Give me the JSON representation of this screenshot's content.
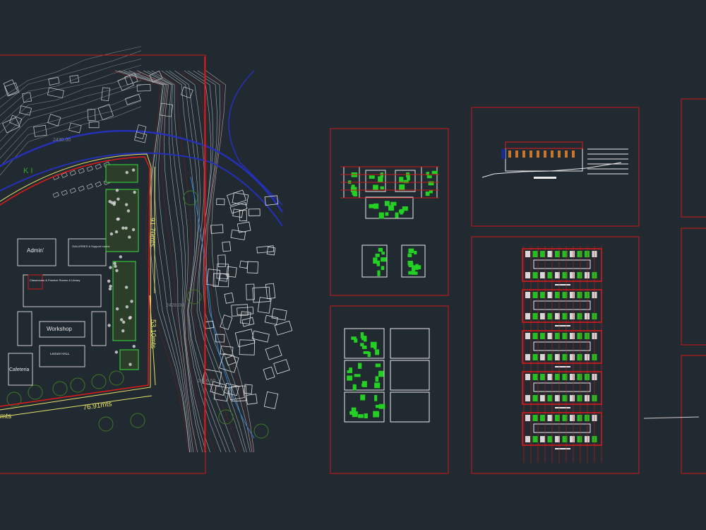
{
  "colors": {
    "background": "#212a31",
    "sheet_border": "#d01818",
    "contour": "#bfc3c6",
    "road": "#2430b8",
    "vegetation": "#2ea52e",
    "dimension": "#e6e36a",
    "water": "#2d7fd0"
  },
  "site_plan": {
    "elevation_top": "2430.00",
    "road_label": "K I",
    "elevation_mid": "2428.00",
    "elevation_low": "2426.50",
    "buildings": [
      {
        "name": "admin",
        "label": "Admin'"
      },
      {
        "name": "galleries",
        "label": "GALLERIES & Support rooms"
      },
      {
        "name": "classrooms",
        "label": "Classrooms & Practice Rooms & Library"
      },
      {
        "name": "workshop",
        "label": "Workshop"
      },
      {
        "name": "lecture-hall",
        "label": "Lecture HALL"
      },
      {
        "name": "cafeteria",
        "label": "Cafeteria"
      }
    ],
    "dimensions": {
      "east_upper": "91.70mts",
      "east_lower": "53.10mts",
      "south": "76.91mts",
      "south_west": "mts"
    }
  }
}
